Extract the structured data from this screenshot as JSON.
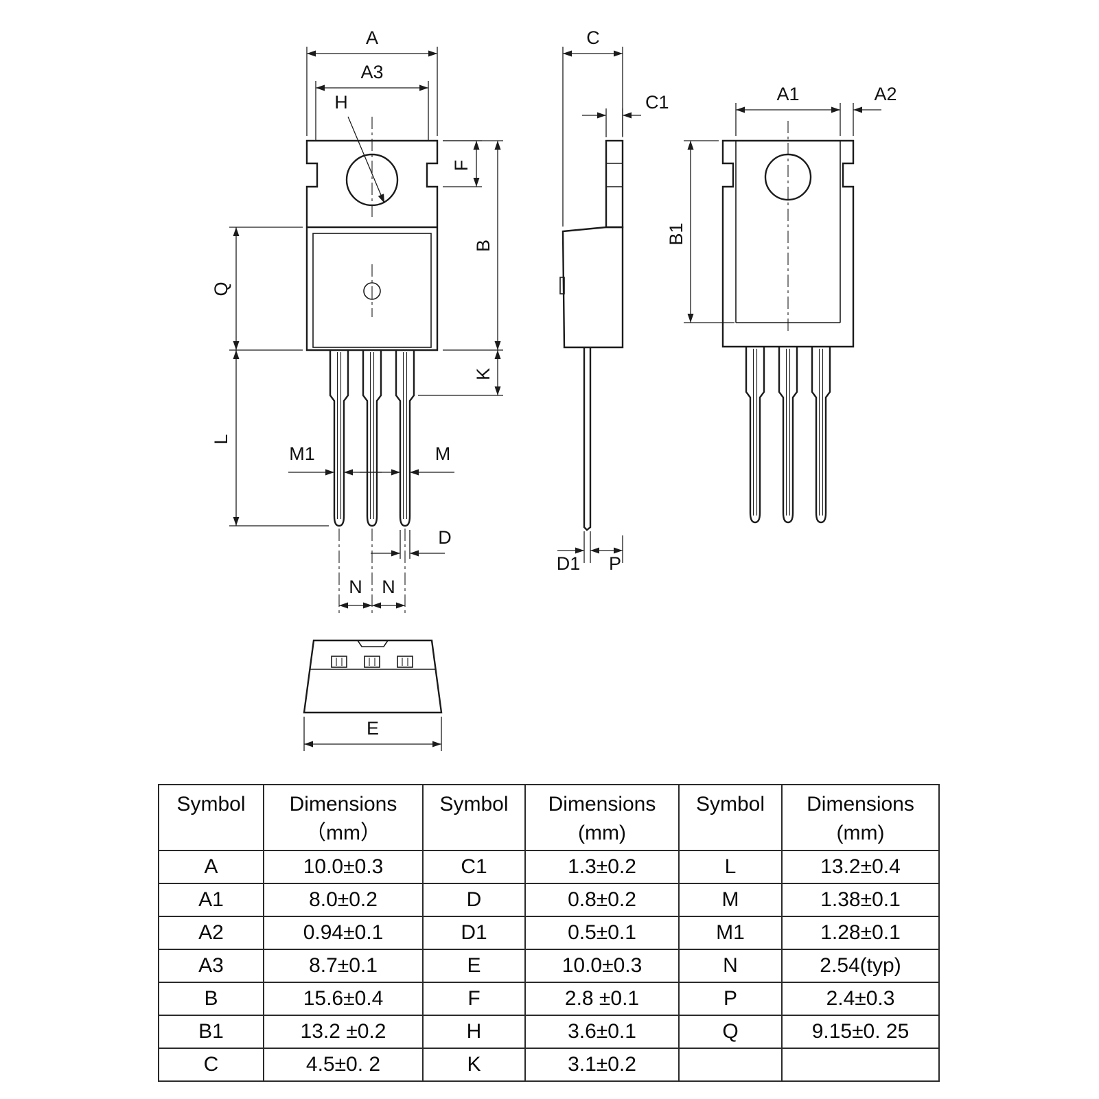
{
  "labels": {
    "a": "A",
    "a1": "A1",
    "a2": "A2",
    "a3": "A3",
    "b": "B",
    "b1": "B1",
    "c": "C",
    "c1": "C1",
    "d": "D",
    "d1": "D1",
    "e": "E",
    "f": "F",
    "h": "H",
    "k": "K",
    "l": "L",
    "m": "M",
    "m1": "M1",
    "n": "N",
    "p": "P",
    "q": "Q"
  },
  "table": {
    "headers": [
      {
        "title": "Symbol",
        "unit": ""
      },
      {
        "title": "Dimensions",
        "unit": "（mm）"
      },
      {
        "title": "Symbol",
        "unit": ""
      },
      {
        "title": "Dimensions",
        "unit": "(mm)"
      },
      {
        "title": "Symbol",
        "unit": ""
      },
      {
        "title": "Dimensions",
        "unit": "(mm)"
      }
    ],
    "rows": [
      [
        "A",
        "10.0±0.3",
        "C1",
        "1.3±0.2",
        "L",
        "13.2±0.4"
      ],
      [
        "A1",
        "8.0±0.2",
        "D",
        "0.8±0.2",
        "M",
        "1.38±0.1"
      ],
      [
        "A2",
        "0.94±0.1",
        "D1",
        "0.5±0.1",
        "M1",
        "1.28±0.1"
      ],
      [
        "A3",
        "8.7±0.1",
        "E",
        "10.0±0.3",
        "N",
        "2.54(typ)"
      ],
      [
        "B",
        "15.6±0.4",
        "F",
        "2.8 ±0.1",
        "P",
        "2.4±0.3"
      ],
      [
        "B1",
        "13.2 ±0.2",
        "H",
        "3.6±0.1",
        "Q",
        "9.15±0. 25"
      ],
      [
        "C",
        "4.5±0. 2",
        "K",
        "3.1±0.2",
        "",
        ""
      ]
    ]
  }
}
